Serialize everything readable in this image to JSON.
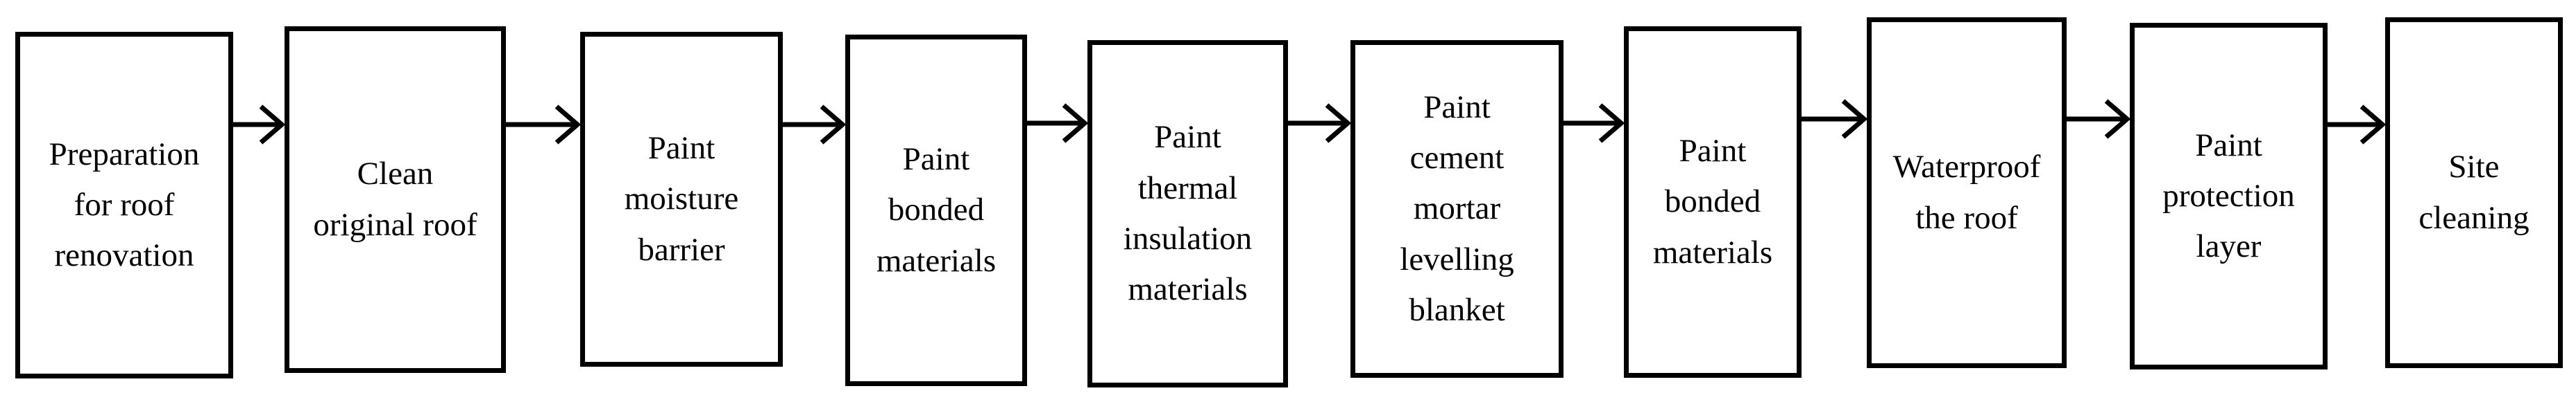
{
  "diagram": {
    "type": "linear-process-flow",
    "direction": "left-to-right",
    "steps": [
      {
        "label": "Preparation\nfor roof\nrenovation"
      },
      {
        "label": "Clean\noriginal roof"
      },
      {
        "label": "Paint\nmoisture\nbarrier"
      },
      {
        "label": "Paint\nbonded\nmaterials"
      },
      {
        "label": "Paint\nthermal\ninsulation\nmaterials"
      },
      {
        "label": "Paint\ncement\nmortar\nlevelling\nblanket"
      },
      {
        "label": "Paint\nbonded\nmaterials"
      },
      {
        "label": "Waterproof\nthe roof"
      },
      {
        "label": "Paint\nprotection\nlayer"
      },
      {
        "label": "Site\ncleaning"
      }
    ],
    "connectors": [
      {
        "from": 0,
        "to": 1
      },
      {
        "from": 1,
        "to": 2
      },
      {
        "from": 2,
        "to": 3
      },
      {
        "from": 3,
        "to": 4
      },
      {
        "from": 4,
        "to": 5
      },
      {
        "from": 5,
        "to": 6
      },
      {
        "from": 6,
        "to": 7
      },
      {
        "from": 7,
        "to": 8
      },
      {
        "from": 8,
        "to": 9
      }
    ],
    "colors": {
      "stroke": "#000000",
      "fill": "#ffffff",
      "text": "#000000"
    }
  }
}
